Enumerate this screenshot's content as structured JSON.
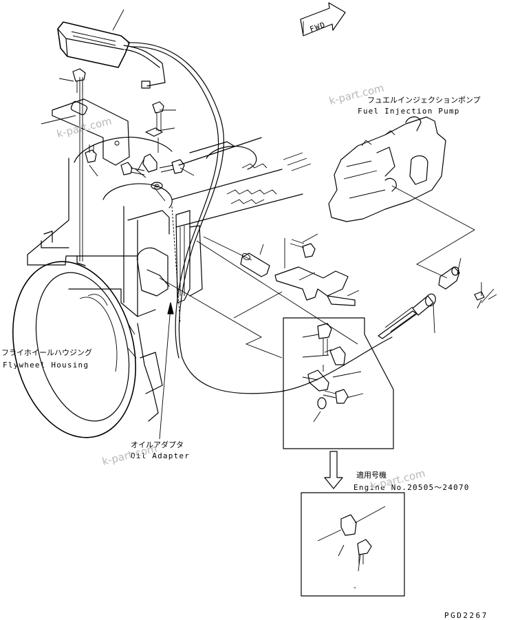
{
  "direction_sign": "FWD",
  "labels": {
    "fuel_injection_pump_jp": "フュエルインジェクションポンプ",
    "fuel_injection_pump_en": "Fuel Injection Pump",
    "flywheel_housing_jp": "フライホイールハウジング",
    "flywheel_housing_en": "Flywheel Housing",
    "oil_adapter_jp": "オイルアダプタ",
    "oil_adapter_en": "Oil Adapter",
    "applicable_serial_jp": "適用号機",
    "applicable_serial_en": "Engine No.20505～24070",
    "detail_marker": "-"
  },
  "watermarks": [
    "k-part.com",
    "k-part.com",
    "k-part.com",
    "k-part.com"
  ],
  "drawing_code": "PGD2267",
  "icons": {
    "direction": "fwd-arrow-icon",
    "detail": "down-arrow-icon"
  }
}
